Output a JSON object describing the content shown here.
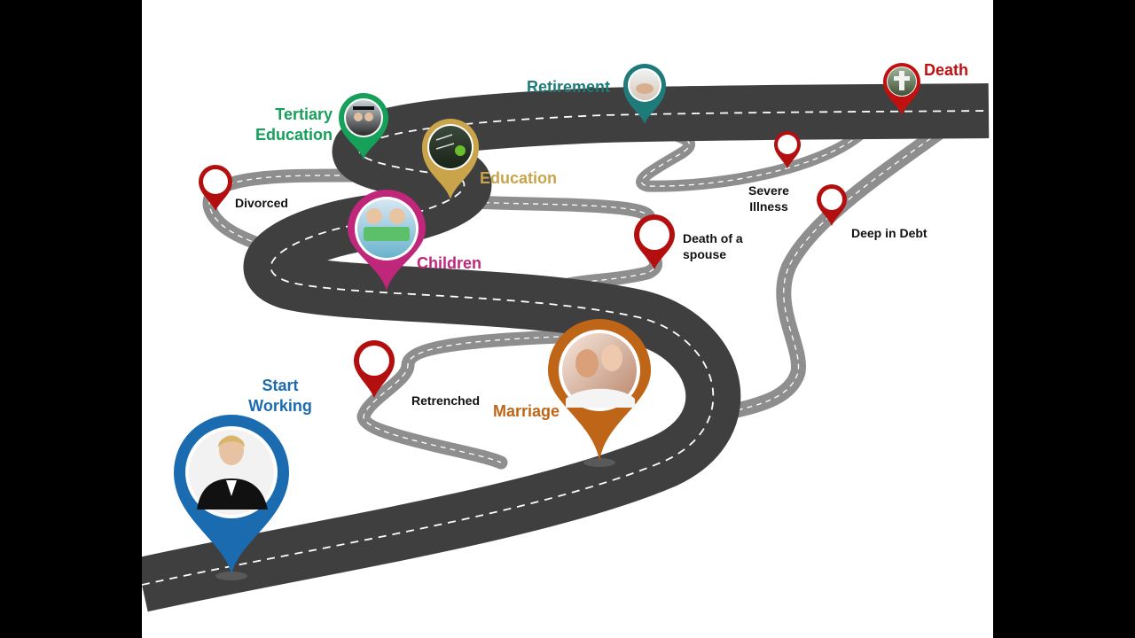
{
  "labels": {
    "start_working": [
      "Start",
      "Working"
    ],
    "tertiary_education": [
      "Tertiary",
      "Education"
    ],
    "education": "Education",
    "children": "Children",
    "marriage": "Marriage",
    "retirement": "Retirement",
    "death": "Death",
    "divorced": "Divorced",
    "retrenched": "Retrenched",
    "death_of_spouse": [
      "Death of a",
      "spouse"
    ],
    "severe_illness": [
      "Severe",
      "Illness"
    ],
    "deep_in_debt": "Deep in Debt"
  },
  "colors": {
    "start_working": "#1A6BAF",
    "tertiary_education": "#16A05A",
    "education": "#C9A44A",
    "children": "#C0267A",
    "marriage": "#BF6518",
    "retirement": "#1F7A7A",
    "death": "#C01010",
    "risk_pin": "#B30F0F",
    "main_road": "#3F3F3F",
    "side_road": "#8E8E8E",
    "dash": "#FFFFFF"
  },
  "icons": {
    "start_working": "businesswoman-photo-icon",
    "tertiary_education": "graduates-photo-icon",
    "education": "school-chalkboard-photo-icon",
    "children": "children-photo-icon",
    "marriage": "couple-photo-icon",
    "retirement": "elderly-hands-photo-icon",
    "death": "grave-cross-photo-icon",
    "risk": "map-pin-icon"
  }
}
